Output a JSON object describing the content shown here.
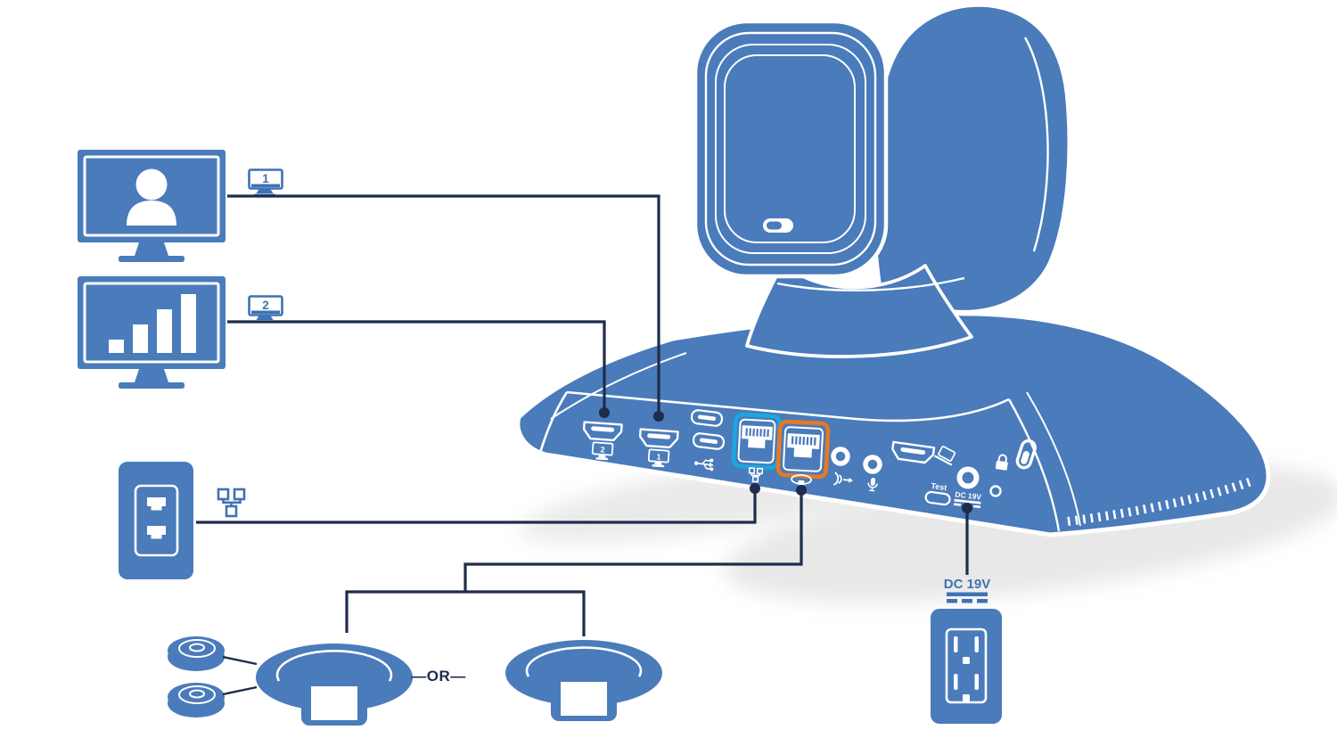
{
  "diagram": {
    "title": "video-device-rear-connection-diagram",
    "labels": {
      "display_1_badge": "1",
      "display_2_badge": "2",
      "hdmi_out_1": "1",
      "hdmi_out_2": "2",
      "test": "Test",
      "dc_port": "DC 19V",
      "dc_outlet": "DC 19V",
      "or": "—OR—"
    },
    "colors": {
      "device_blue": "#4A7BBB",
      "line_navy": "#1F2C4C",
      "lan_cyan": "#1BA7DF",
      "mic_orange": "#E8791F",
      "label_blue": "#3E72B4",
      "shadow_gray": "#D2D2D2"
    },
    "icons": {
      "person_icon": "user silhouette on display 1",
      "bar_chart_icon": "ascending bars on display 2",
      "monitor_icon": "numbered mini display above each HDMI out",
      "usb_icon": "USB trident",
      "network_icon": "LAN topology squares",
      "mic_pod_icon": "table microphone pod",
      "speaker_icon": "audio line-out waves with arrow",
      "microphone_icon": "mic with stand",
      "laptop_icon": "content-share laptop",
      "lock_icon": "security lock slot",
      "dc_symbol": "solid over dashed DC current lines"
    }
  }
}
